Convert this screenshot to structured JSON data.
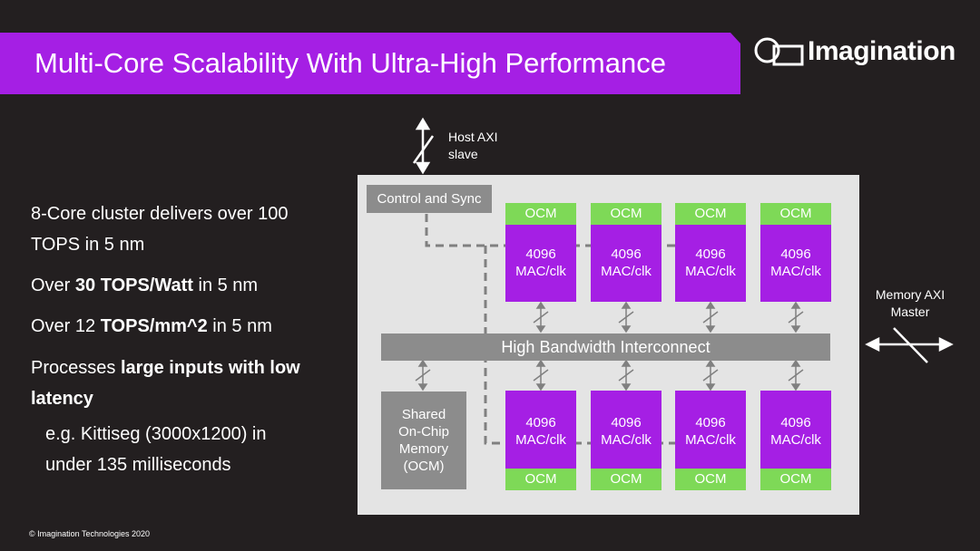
{
  "title": "Multi-Core Scalability With Ultra-High Performance",
  "logo": {
    "text": "Imagination"
  },
  "bullets": {
    "b1_line1": "8-Core cluster delivers over 100",
    "b1_line2": "TOPS in 5 nm",
    "b2_pre": "Over ",
    "b2_bold": "30 TOPS/Watt",
    "b2_post": " in 5 nm",
    "b3_pre": "Over 12 ",
    "b3_bold": "TOPS/mm^2",
    "b3_post": " in 5 nm",
    "b4_pre": "Processes ",
    "b4_bold1": "large inputs with low",
    "b4_bold2": "latency",
    "b5_line1": "e.g. Kittiseg (3000x1200) in",
    "b5_line2": "under 135 milliseconds"
  },
  "diagram": {
    "host_axi_line1": "Host AXI",
    "host_axi_line2": "slave",
    "memory_axi_line1": "Memory AXI",
    "memory_axi_line2": "Master",
    "control_sync": "Control and Sync",
    "interconnect": "High Bandwidth Interconnect",
    "shared_mem": [
      "Shared",
      "On-Chip",
      "Memory",
      "(OCM)"
    ],
    "mac_line1": "4096",
    "mac_line2": "MAC/clk",
    "ocm": "OCM"
  },
  "colors": {
    "accent": "#a51fe4",
    "ocm_green": "#7ed957",
    "background": "#231f20"
  },
  "footer": "© Imagination Technologies 2020"
}
